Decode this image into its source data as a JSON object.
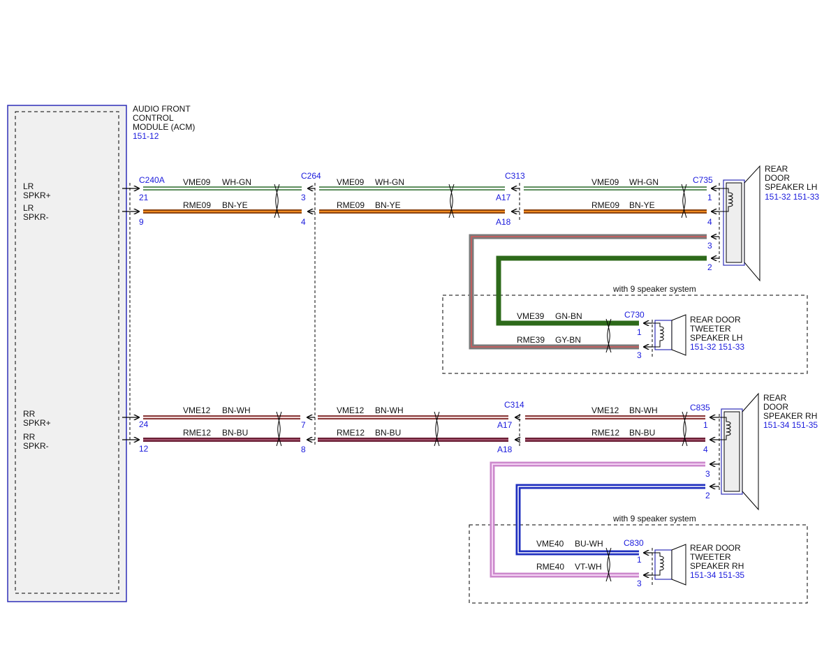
{
  "module": {
    "title_lines": [
      "AUDIO FRONT",
      "CONTROL",
      "MODULE (ACM)"
    ],
    "ref": "151-12",
    "colors": {
      "outline": "#2e2eb8",
      "fill": "#f0f0f0"
    }
  },
  "pin_labels": {
    "lr_pos": [
      "LR",
      "SPKR+"
    ],
    "lr_neg": [
      "LR",
      "SPKR-"
    ],
    "rr_pos": [
      "RR",
      "SPKR+"
    ],
    "rr_neg": [
      "RR",
      "SPKR-"
    ]
  },
  "connectors": {
    "c240a": "C240A",
    "c264": "C264",
    "c313": "C313",
    "c735": "C735",
    "c314": "C314",
    "c835": "C835",
    "c730": "C730",
    "c830": "C830"
  },
  "pins": {
    "p21": "21",
    "p9": "9",
    "p24": "24",
    "p12": "12",
    "c264_3": "3",
    "c264_4": "4",
    "c264_7": "7",
    "c264_8": "8",
    "c313_a17": "A17",
    "c313_a18": "A18",
    "c314_a17": "A17",
    "c314_a18": "A18",
    "c735_1": "1",
    "c735_4": "4",
    "c735_3": "3",
    "c735_2": "2",
    "c835_1": "1",
    "c835_4": "4",
    "c835_3": "3",
    "c835_2": "2",
    "c730_1": "1",
    "c730_3": "3",
    "c830_1": "1",
    "c830_3": "3"
  },
  "wires": {
    "vme09": "VME09",
    "wh_gn": "WH-GN",
    "rme09": "RME09",
    "bn_ye": "BN-YE",
    "vme12": "VME12",
    "bn_wh": "BN-WH",
    "rme12": "RME12",
    "bn_bu": "BN-BU",
    "vme39": "VME39",
    "gn_bn": "GN-BN",
    "rme39": "RME39",
    "gy_bn": "GY-BN",
    "vme40": "VME40",
    "bu_wh": "BU-WH",
    "rme40": "RME40",
    "vt_wh": "VT-WH"
  },
  "wire_colors": {
    "wh_gn": "#6f9e6f",
    "bn_ye": "#b5651d",
    "bn_wh": "#c59a9a",
    "bn_bu": "#7a2e42",
    "gn": "#2f6b1a",
    "gy": "#8a8a8a",
    "bu": "#1f2fbf",
    "vt": "#d99ad9"
  },
  "speakers": {
    "rear_lh": {
      "lines": [
        "REAR",
        "DOOR",
        "SPEAKER LH"
      ],
      "refs": "151-32  151-33"
    },
    "rear_rh": {
      "lines": [
        "REAR",
        "DOOR",
        "SPEAKER RH"
      ],
      "refs": "151-34  151-35"
    },
    "tweeter_lh": {
      "lines": [
        "REAR DOOR",
        "TWEETER",
        "SPEAKER LH"
      ],
      "refs": "151-32  151-33"
    },
    "tweeter_rh": {
      "lines": [
        "REAR DOOR",
        "TWEETER",
        "SPEAKER RH"
      ],
      "refs": "151-34  151-35"
    }
  },
  "options": {
    "nine_speaker_1": "with 9 speaker system",
    "nine_speaker_2": "with 9 speaker system"
  }
}
